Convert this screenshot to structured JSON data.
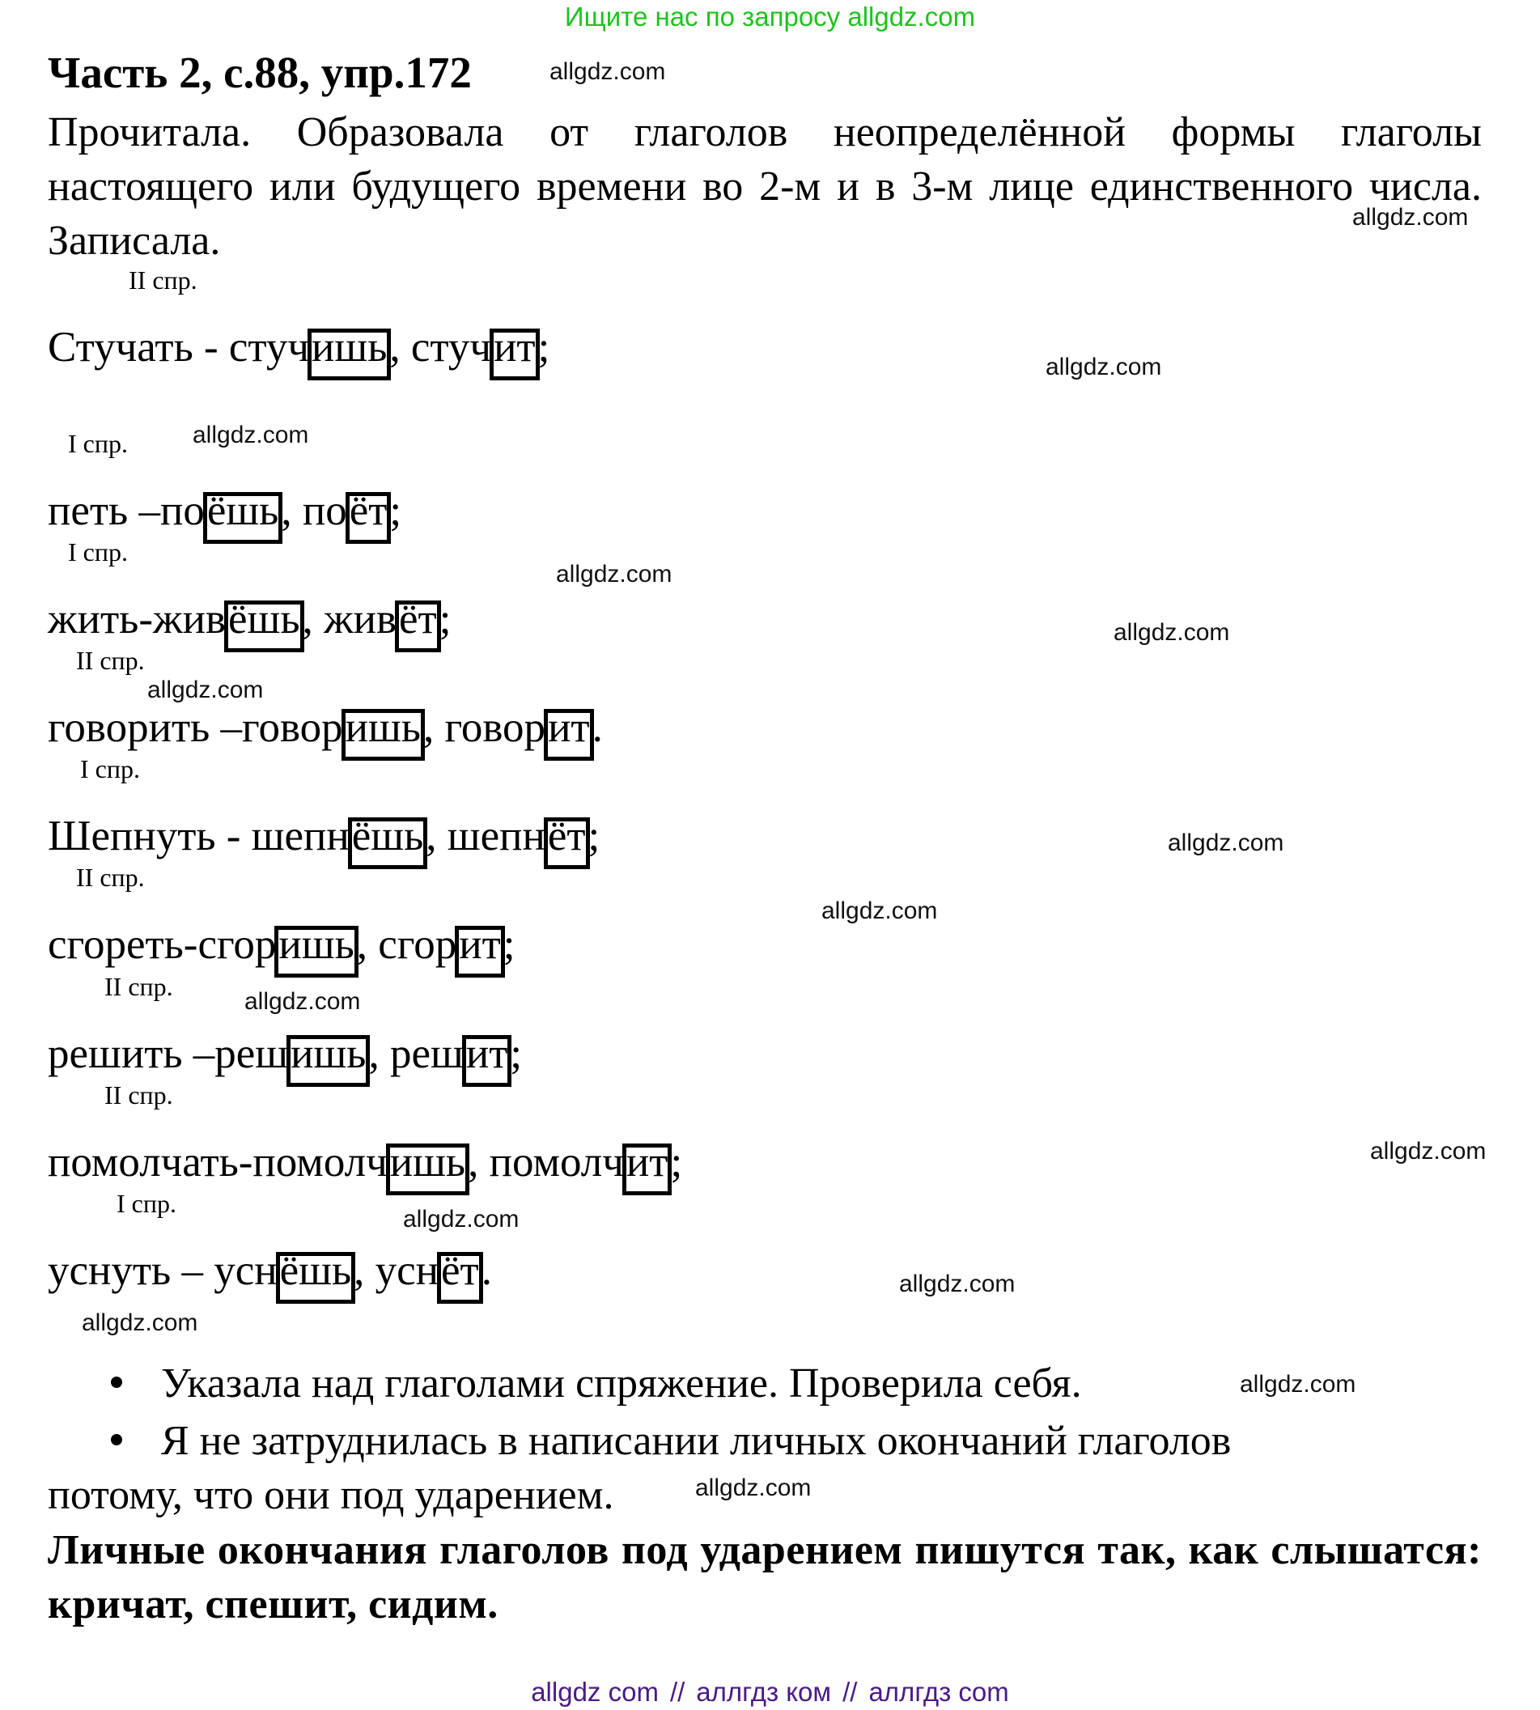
{
  "banner": {
    "text": "Ищите нас по запросу allgdz.com",
    "color": "#1ec31e"
  },
  "title": "Часть 2, с.88, упр.172",
  "intro": "Прочитала. Образовала от глаголов неопределённой формы глаголы настоящего или будущего времени во 2-м и в 3-м лице единственного числа. Записала.",
  "exercise": {
    "rows": [
      {
        "conjugation": "II спр.",
        "infinitive": "Стучать - стуч",
        "ending2": "ишь",
        "mid": ", стуч",
        "ending3": "ит",
        "tail": ";"
      },
      {
        "conjugation": "I спр.",
        "infinitive": "петь –по",
        "ending2": "ёшь",
        "mid": ", по",
        "ending3": "ёт",
        "tail": ";"
      },
      {
        "conjugation": "I спр.",
        "infinitive": "жить-жив",
        "ending2": "ёшь",
        "mid": ", жив",
        "ending3": "ёт",
        "tail": ";"
      },
      {
        "conjugation": "II спр.",
        "infinitive": "говорить –говор",
        "ending2": "ишь",
        "mid": ", говор",
        "ending3": "ит",
        "tail": "."
      },
      {
        "conjugation": "I спр.",
        "infinitive": "Шепнуть - шепн",
        "ending2": "ёшь",
        "mid": ", шепн",
        "ending3": "ёт",
        "tail": ";"
      },
      {
        "conjugation": "II спр.",
        "infinitive": "сгореть-сгор",
        "ending2": "ишь",
        "mid": ", сгор",
        "ending3": "ит",
        "tail": ";"
      },
      {
        "conjugation": "II спр.",
        "infinitive": "решить –реш",
        "ending2": "ишь",
        "mid": ", реш",
        "ending3": "ит",
        "tail": ";"
      },
      {
        "conjugation": "II спр.",
        "infinitive": "помолчать-помолч",
        "ending2": "ишь",
        "mid": ", помолч",
        "ending3": "ит",
        "tail": ";"
      },
      {
        "conjugation": "I спр.",
        "infinitive": "уснуть – усн",
        "ending2": "ёшь",
        "mid": ", усн",
        "ending3": "ёт",
        "tail": "."
      }
    ]
  },
  "bullets": [
    "Указала над глаголами спряжение. Проверила себя.",
    "Я не затруднилась в написании личных окончаний глаголов"
  ],
  "bullet_continuation": "потому, что они под ударением.",
  "rule": "Личные окончания глаголов под ударением пишутся так, как слышатся: кричат, спешит, сидим.",
  "watermark": "allgdz.com",
  "footer": {
    "parts": [
      "allgdz com",
      "аллгдз ком",
      "аллгдз com"
    ],
    "separator": "//",
    "color": "#4b1a87"
  }
}
